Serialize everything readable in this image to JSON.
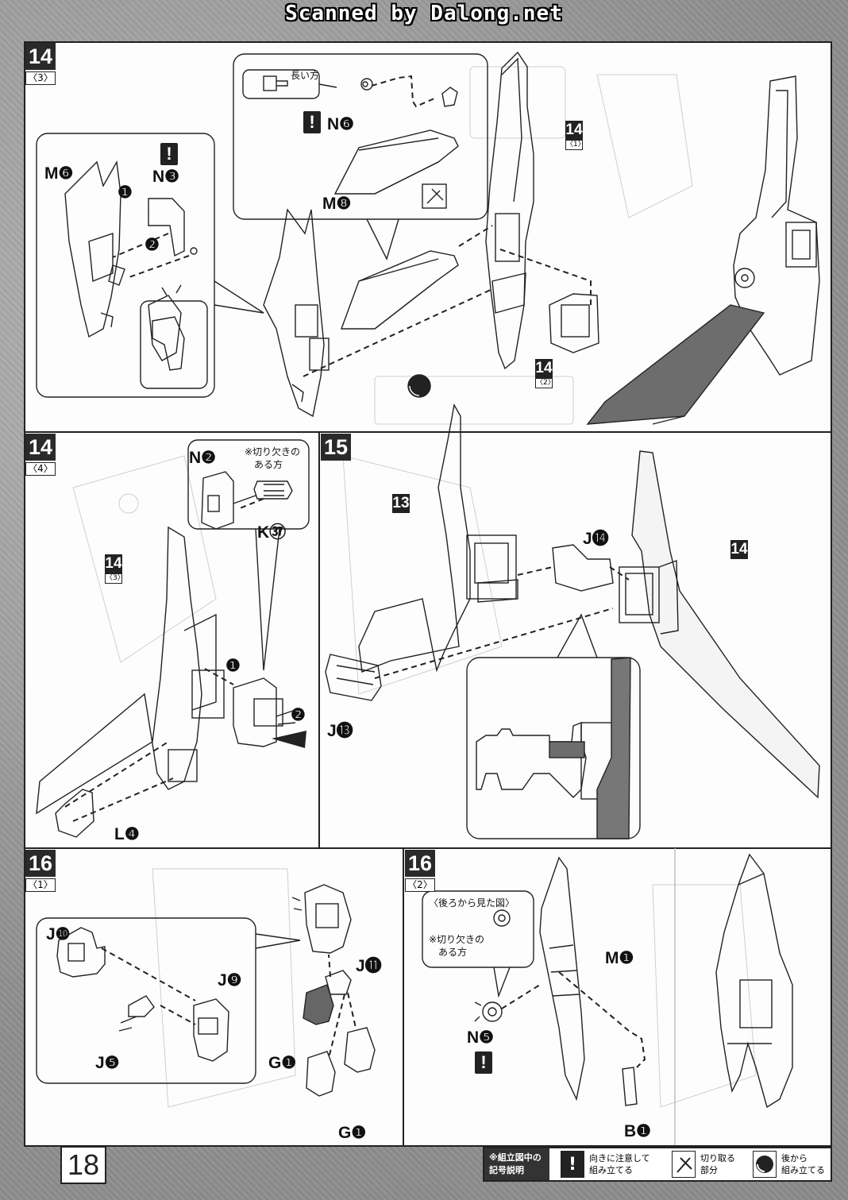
{
  "header": {
    "watermark": "Scanned by Dalong.net"
  },
  "page_number": "18",
  "steps": {
    "s14_3": {
      "step": "14",
      "sub": "〈3〉"
    },
    "s14_4": {
      "step": "14",
      "sub": "〈4〉"
    },
    "s15": {
      "step": "15"
    },
    "s16_1": {
      "step": "16",
      "sub": "〈1〉"
    },
    "s16_2": {
      "step": "16",
      "sub": "〈2〉"
    }
  },
  "panel_14_3": {
    "labels": {
      "m6": "M❻",
      "n3": "N❸",
      "n6": "N❻",
      "m8": "M❽",
      "arrow1": "❶",
      "arrow2": "❷"
    },
    "long_side": "長い方",
    "ref_14_1": {
      "n": "14",
      "s": "〈1〉"
    },
    "ref_14_2": {
      "n": "14",
      "s": "〈2〉"
    }
  },
  "panel_14_4": {
    "labels": {
      "n2": "N❷",
      "k37": "K㊲",
      "l4": "L❹",
      "arrow1": "❶",
      "arrow2": "❷"
    },
    "notch_note_1": "※切り欠きの",
    "notch_note_2": "ある方",
    "ref_14_3": {
      "n": "14",
      "s": "〈3〉"
    }
  },
  "panel_15": {
    "labels": {
      "j14": "J⓮",
      "j13": "J⓭"
    },
    "ref_13": "13",
    "ref_14": "14"
  },
  "panel_16_1": {
    "labels": {
      "j10": "J❿",
      "j9": "J❾",
      "j5": "J❺",
      "j11": "J⓫",
      "g1a": "G❶",
      "g1b": "G❶"
    }
  },
  "panel_16_2": {
    "rear_view": "〈後ろから見た図〉",
    "notch_note_1": "※切り欠きの",
    "notch_note_2": "ある方",
    "labels": {
      "m1": "M❶",
      "n5": "N❺",
      "b1": "B❶"
    }
  },
  "alert_mark": "!",
  "legend": {
    "title_1": "※組立図中の",
    "title_2": "記号説明",
    "item1_1": "向きに注意して",
    "item1_2": "組み立てる",
    "item2_1": "切り取る",
    "item2_2": "部分",
    "item3_1": "後から",
    "item3_2": "組み立てる"
  }
}
